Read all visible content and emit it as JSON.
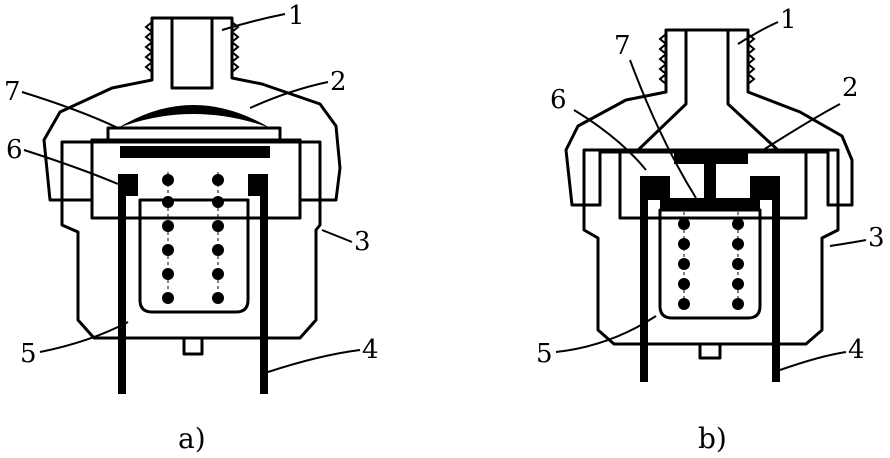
{
  "figure": {
    "panels": [
      {
        "caption": "a)",
        "labels": [
          "1",
          "2",
          "3",
          "4",
          "5",
          "6",
          "7"
        ]
      },
      {
        "caption": "b)",
        "labels": [
          "1",
          "2",
          "3",
          "4",
          "5",
          "6",
          "7"
        ]
      }
    ],
    "colors": {
      "line": "#000000",
      "background": "#ffffff"
    }
  }
}
